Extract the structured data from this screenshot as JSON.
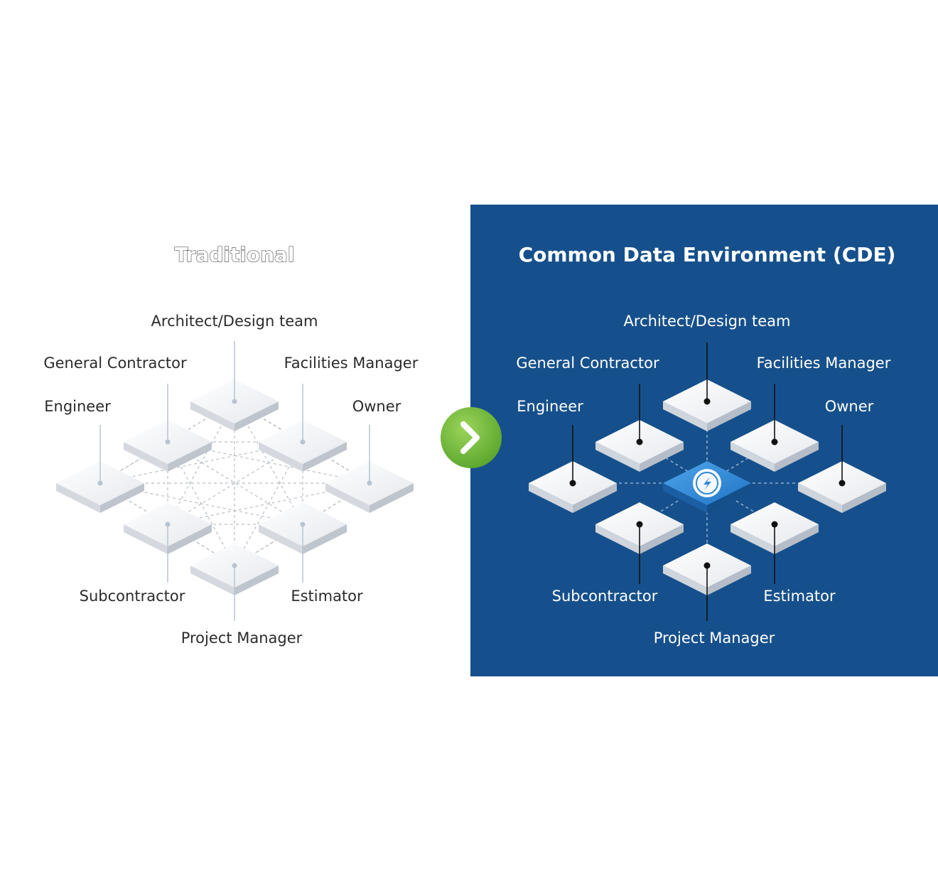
{
  "diagram": {
    "traditional": {
      "title": "Traditional",
      "labels": {
        "architect": "Architect/Design team",
        "general_contractor": "General Contractor",
        "facilities_manager": "Facilities Manager",
        "engineer": "Engineer",
        "owner": "Owner",
        "subcontractor": "Subcontractor",
        "estimator": "Estimator",
        "project_manager": "Project Manager"
      }
    },
    "cde": {
      "title": "Common Data Environment (CDE)",
      "labels": {
        "architect": "Architect/Design team",
        "general_contractor": "General Contractor",
        "facilities_manager": "Facilities Manager",
        "engineer": "Engineer",
        "owner": "Owner",
        "subcontractor": "Subcontractor",
        "estimator": "Estimator",
        "project_manager": "Project Manager"
      }
    },
    "colors": {
      "cde_background": "#16508c",
      "arrow_green": "#7cc242",
      "hub_blue": "#2e8ad6",
      "tile_top": "#f3f5f8",
      "tile_side": "#c9ced6"
    },
    "icons": {
      "transition_arrow": "chevron-right-icon",
      "cde_hub": "cloud-hub-icon"
    }
  }
}
